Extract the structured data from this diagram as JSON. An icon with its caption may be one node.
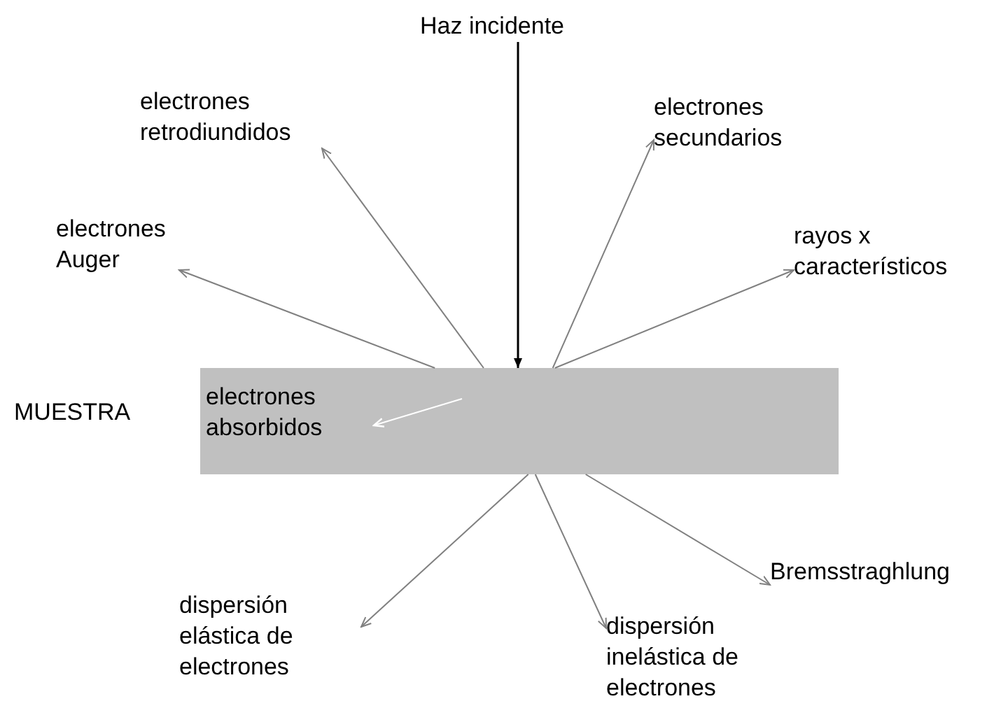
{
  "diagram": {
    "nodes": [
      {
        "text": [
          "Haz incidente"
        ]
      },
      {
        "text": [
          "electrones retrodiundidos"
        ]
      },
      {
        "text": [
          "electrones secundarios"
        ]
      },
      {
        "text": [
          "electrones Auger"
        ]
      },
      {
        "text": [
          "rayos x característicos"
        ]
      },
      {
        "text": [
          "MUESTRA"
        ]
      },
      {
        "text": [
          "electrones absorbidos"
        ],
        "in": 5
      },
      {
        "text": [
          "Bremsstraghlung"
        ]
      },
      {
        "text": [
          "dispersión elástica de electrones"
        ]
      },
      {
        "text": [
          "dispersión inelástica de electrones"
        ]
      }
    ],
    "edges": [
      {
        "from": 0,
        "to": 5,
        "arrow": "to",
        "color": "#000000"
      },
      {
        "from": 5,
        "to": 1,
        "arrow": "to"
      },
      {
        "from": 5,
        "to": 2,
        "arrow": "to"
      },
      {
        "from": 5,
        "to": 3,
        "arrow": "to"
      },
      {
        "from": 5,
        "to": 4,
        "arrow": "to"
      },
      {
        "from": null,
        "to": 6,
        "arrow": "to",
        "color": "#ffffff"
      },
      {
        "from": 5,
        "to": 7,
        "arrow": "to"
      },
      {
        "from": 5,
        "to": 8,
        "arrow": "to"
      },
      {
        "from": 5,
        "to": 9,
        "arrow": "to"
      }
    ]
  }
}
